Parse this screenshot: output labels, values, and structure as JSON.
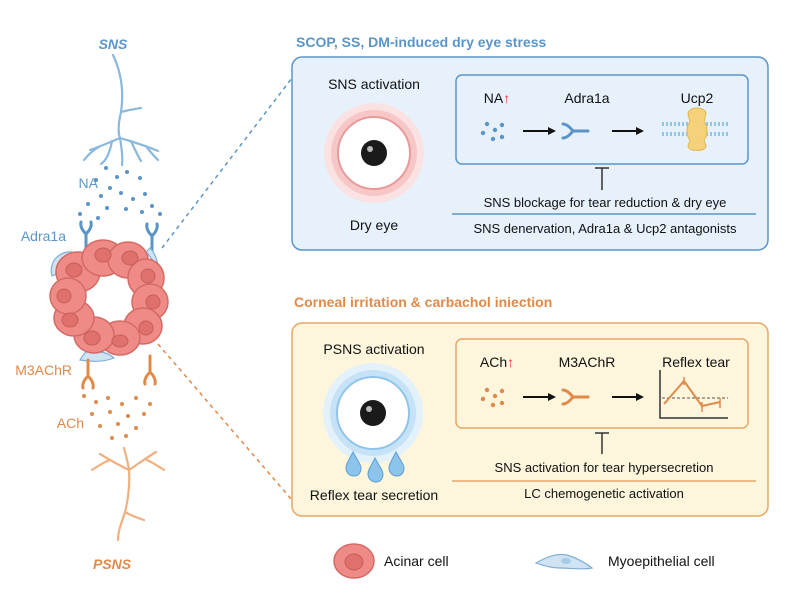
{
  "left": {
    "sns_label": "SNS",
    "na_label": "NA",
    "adra1a_label": "Adra1a",
    "m3achr_label": "M3AChR",
    "ach_label": "ACh",
    "psns_label": "PSNS"
  },
  "top_panel": {
    "heading": "SCOP, SS, DM-induced dry eye stress",
    "activation_label": "SNS activation",
    "eye_caption": "Dry eye",
    "pathway": {
      "step1": "NA",
      "step2": "Adra1a",
      "step3": "Ucp2",
      "arrow_up": "↑"
    },
    "blockage": "SNS blockage for tear reduction & dry eye",
    "interventions": "SNS denervation, Adra1a & Ucp2 antagonists"
  },
  "bottom_panel": {
    "heading": "Corneal irritation & carbachol iniection",
    "activation_label": "PSNS activation",
    "eye_caption": "Reflex tear secretion",
    "pathway": {
      "step1": "ACh",
      "step2": "M3AChR",
      "step3": "Reflex tear",
      "arrow_up": "↑"
    },
    "activation_note": "SNS activation for tear hypersecretion",
    "interventions": "LC chemogenetic activation"
  },
  "legend": {
    "acinar_label": "Acinar cell",
    "myoepithelial_label": "Myoepithelial cell"
  },
  "colors": {
    "sns_blue": "#5b95c7",
    "psns_orange": "#e08a4a",
    "acinar_fill": "#ef8b86",
    "acinar_stroke": "#d46a66",
    "top_panel_bg": "#e6f1fb",
    "top_panel_border": "#5b95c7",
    "bottom_panel_bg": "#fdf5dc",
    "bottom_panel_border": "#e6a868"
  }
}
